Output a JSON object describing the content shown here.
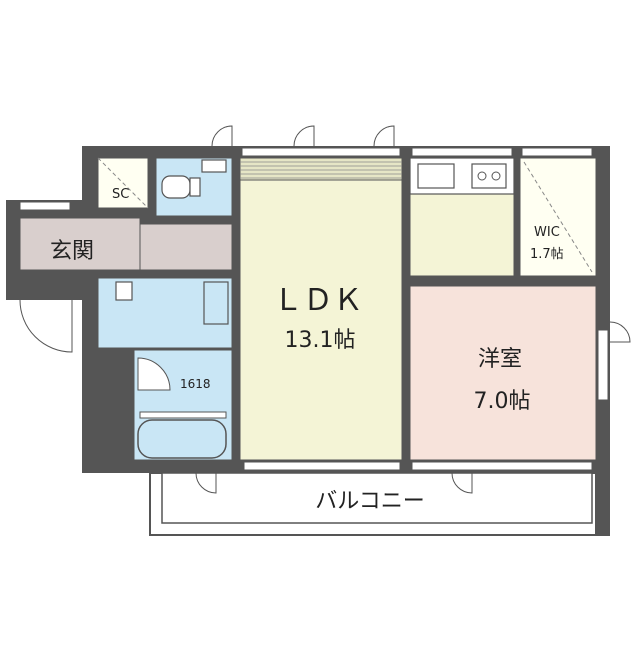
{
  "rooms": {
    "ldk": {
      "name": "ＬＤＫ",
      "size": "13.1帖"
    },
    "bedroom": {
      "name": "洋室",
      "size": "7.0帖"
    },
    "wic": {
      "name": "WIC",
      "size": "1.7帖"
    },
    "entrance": {
      "name": "玄関"
    },
    "shoe_closet": {
      "name": "SC"
    },
    "bath": {
      "name": "1618"
    },
    "balcony": {
      "name": "バルコニー"
    }
  },
  "colors": {
    "wall": "#555555",
    "ldk": "#f4f4d6",
    "kitchen": "#f4f4d6",
    "bedroom": "#f7e3db",
    "wet_area": "#c9e6f5",
    "entrance": "#d9cfcd",
    "storage": "#fffff2",
    "outside": "#ffffff"
  }
}
